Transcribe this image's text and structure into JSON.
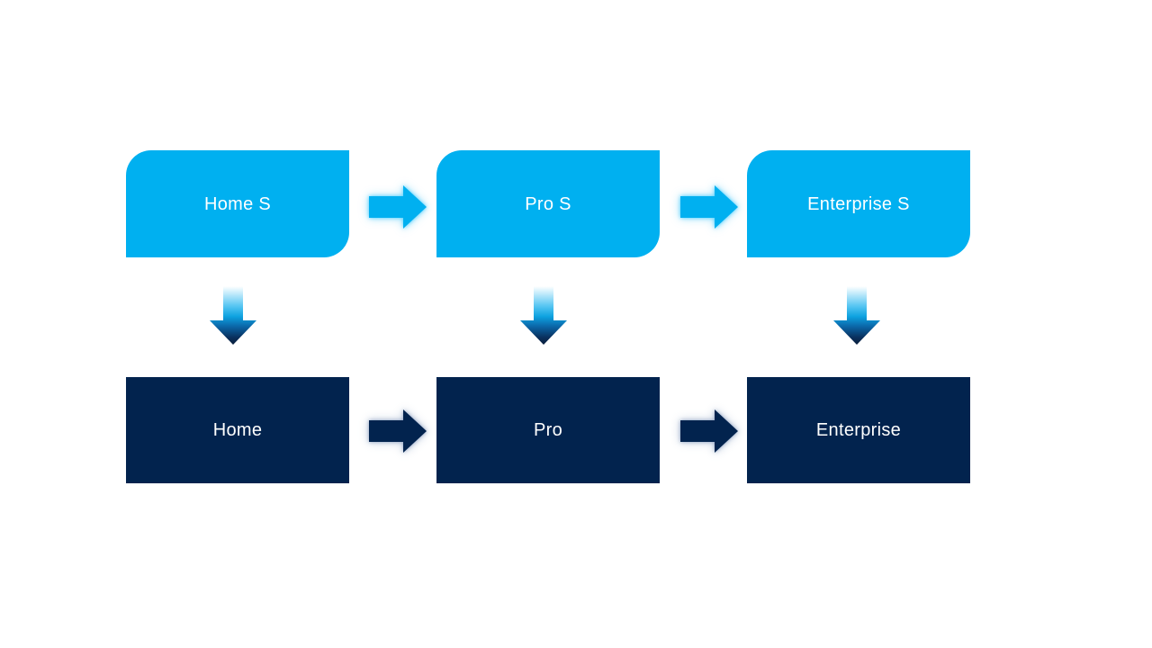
{
  "diagram": {
    "type": "flow",
    "top_row": {
      "nodes": [
        "Home S",
        "Pro S",
        "Enterprise S"
      ],
      "box_color": "#00b0f0",
      "text_color": "#ffffff",
      "shape": "round-diagonal-corner-rectangle"
    },
    "bottom_row": {
      "nodes": [
        "Home",
        "Pro",
        "Enterprise"
      ],
      "box_color": "#02234e",
      "text_color": "#ffffff",
      "shape": "rectangle"
    },
    "icons": {
      "horizontal_connector": "right-arrow",
      "vertical_connector": "down-arrow"
    },
    "colors": {
      "background": "#ffffff",
      "cyan_arrow": "#00b0f0",
      "navy_arrow": "#02234e",
      "down_arrow_gradient_top": "#ffffff",
      "down_arrow_gradient_mid": "#0da2e0",
      "down_arrow_gradient_bottom": "#0a1f3c"
    }
  }
}
